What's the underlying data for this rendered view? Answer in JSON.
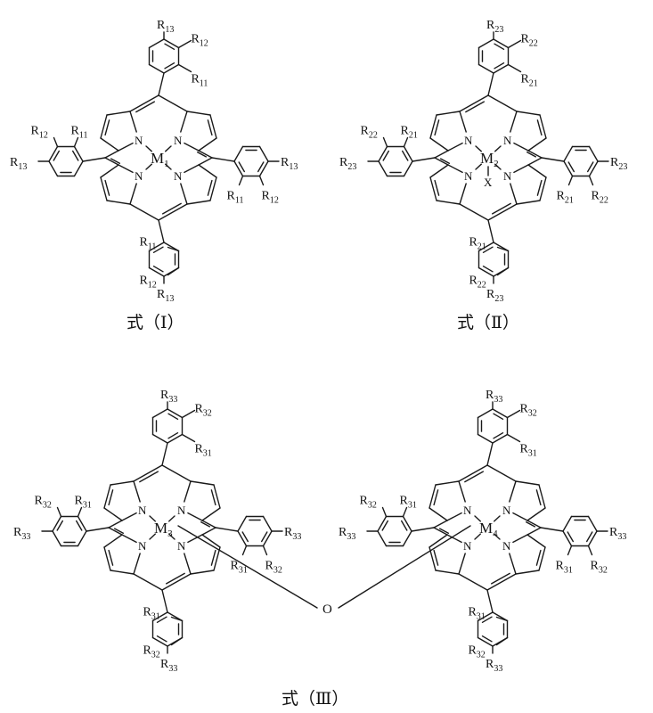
{
  "molecules": [
    {
      "id": "I",
      "metal": {
        "base": "M",
        "sub": "1"
      },
      "axial": "",
      "substituents": {
        "a": {
          "base": "R",
          "sub": "11"
        },
        "b": {
          "base": "R",
          "sub": "12"
        },
        "c": {
          "base": "R",
          "sub": "13"
        }
      },
      "caption": "式（Ⅰ）"
    },
    {
      "id": "II",
      "metal": {
        "base": "M",
        "sub": "2"
      },
      "axial": "X",
      "substituents": {
        "a": {
          "base": "R",
          "sub": "21"
        },
        "b": {
          "base": "R",
          "sub": "22"
        },
        "c": {
          "base": "R",
          "sub": "23"
        }
      },
      "caption": "式（Ⅱ）"
    },
    {
      "id": "IIIa",
      "metal": {
        "base": "M",
        "sub": "3"
      },
      "axial": "",
      "substituents": {
        "a": {
          "base": "R",
          "sub": "31"
        },
        "b": {
          "base": "R",
          "sub": "32"
        },
        "c": {
          "base": "R",
          "sub": "33"
        }
      },
      "caption": ""
    },
    {
      "id": "IIIb",
      "metal": {
        "base": "M",
        "sub": "4"
      },
      "axial": "",
      "substituents": {
        "a": {
          "base": "R",
          "sub": "31"
        },
        "b": {
          "base": "R",
          "sub": "32"
        },
        "c": {
          "base": "R",
          "sub": "33"
        }
      },
      "caption": ""
    }
  ],
  "bridge_atom": "O",
  "nitrogen_label": "N",
  "caption_III": "式（Ⅲ）"
}
